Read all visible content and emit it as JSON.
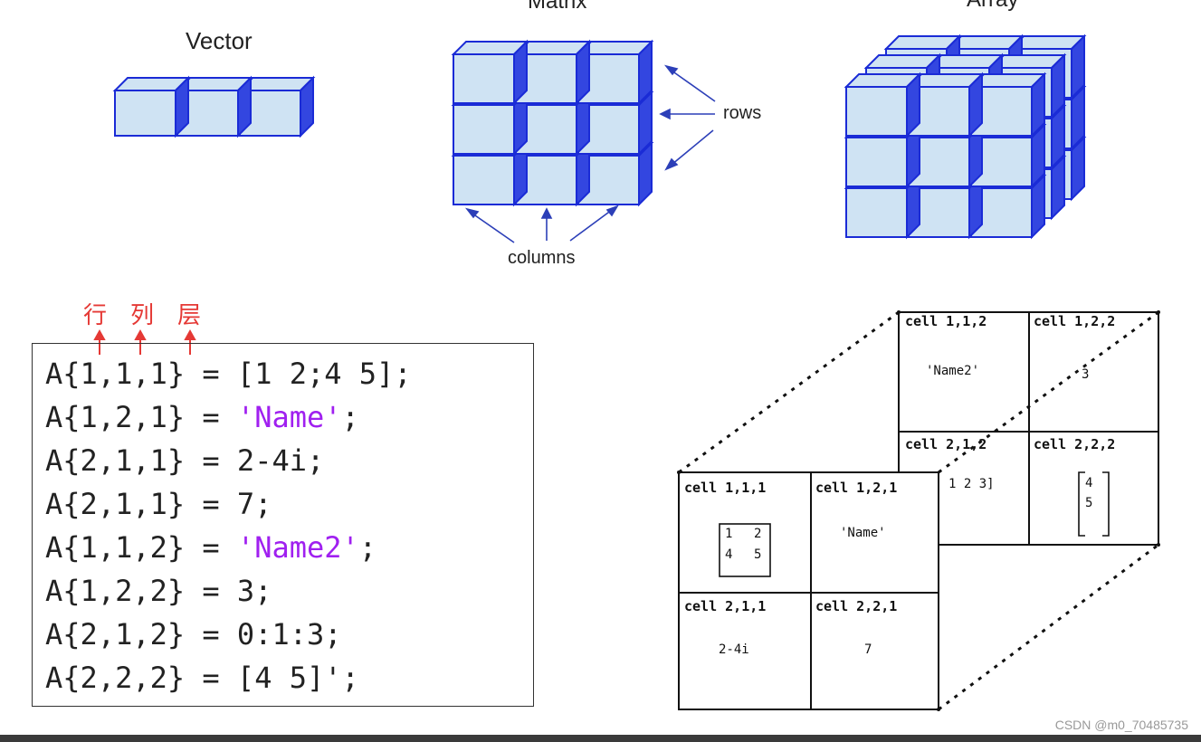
{
  "top": {
    "vector_title": "Vector",
    "matrix_title": "Matrix",
    "array_title": "Array",
    "rows_label": "rows",
    "columns_label": "columns"
  },
  "index_labels": [
    "行",
    "列",
    "层"
  ],
  "code": {
    "lines": [
      {
        "pre": "A{1,1,1} = ",
        "str": "",
        "post": "[1 2;4 5];"
      },
      {
        "pre": "A{1,2,1} = ",
        "str": "'Name'",
        "post": ";"
      },
      {
        "pre": "A{2,1,1} = ",
        "str": "",
        "post": "2-4i;"
      },
      {
        "pre": "A{2,1,1} = ",
        "str": "",
        "post": "7;"
      },
      {
        "pre": "A{1,1,2} = ",
        "str": "'Name2'",
        "post": ";"
      },
      {
        "pre": "A{1,2,2} = ",
        "str": "",
        "post": "3;"
      },
      {
        "pre": "A{2,1,2} = ",
        "str": "",
        "post": "0:1:3;"
      },
      {
        "pre": "A{2,2,2} = ",
        "str": "",
        "post": "[4 5]';"
      }
    ]
  },
  "cell_diagram": {
    "back": {
      "c112_label": "cell 1,1,2",
      "c112_value": "'Name2'",
      "c122_label": "cell 1,2,2",
      "c122_value": "3",
      "c212_label": "cell 2,1,2",
      "c212_value": "1 2 3]",
      "c222_label": "cell 2,2,2",
      "c222_value_top": "4",
      "c222_value_bottom": "5"
    },
    "front": {
      "c111_label": "cell 1,1,1",
      "c111_m11": "1",
      "c111_m12": "2",
      "c111_m21": "4",
      "c111_m22": "5",
      "c121_label": "cell 1,2,1",
      "c121_value": "'Name'",
      "c211_label": "cell 2,1,1",
      "c211_value": "2-4i",
      "c221_label": "cell 2,2,1",
      "c221_value": "7"
    }
  },
  "watermark": "CSDN @m0_70485735",
  "colors": {
    "cube_face": "#cfe3f3",
    "cube_edge": "#1a2bd6",
    "cube_side": "#3346e0",
    "arrow": "#2c3fb8",
    "accent_red": "#e53935",
    "string_purple": "#a020f0"
  }
}
